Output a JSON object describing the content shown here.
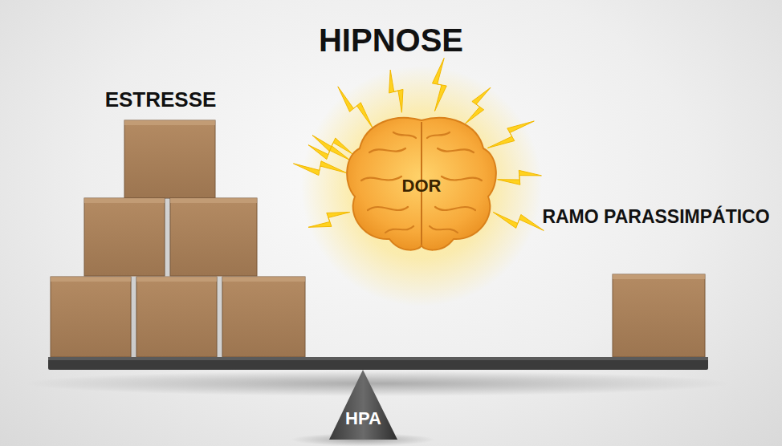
{
  "diagram": {
    "title": "HIPNOSE",
    "nodes": [
      {
        "text": [
          "ESTRESSE"
        ]
      },
      {
        "text": [
          "DOR"
        ]
      },
      {
        "text": [
          "RAMO PARASSIMPÁTICO"
        ]
      },
      {
        "text": [
          "HPA"
        ]
      }
    ]
  }
}
